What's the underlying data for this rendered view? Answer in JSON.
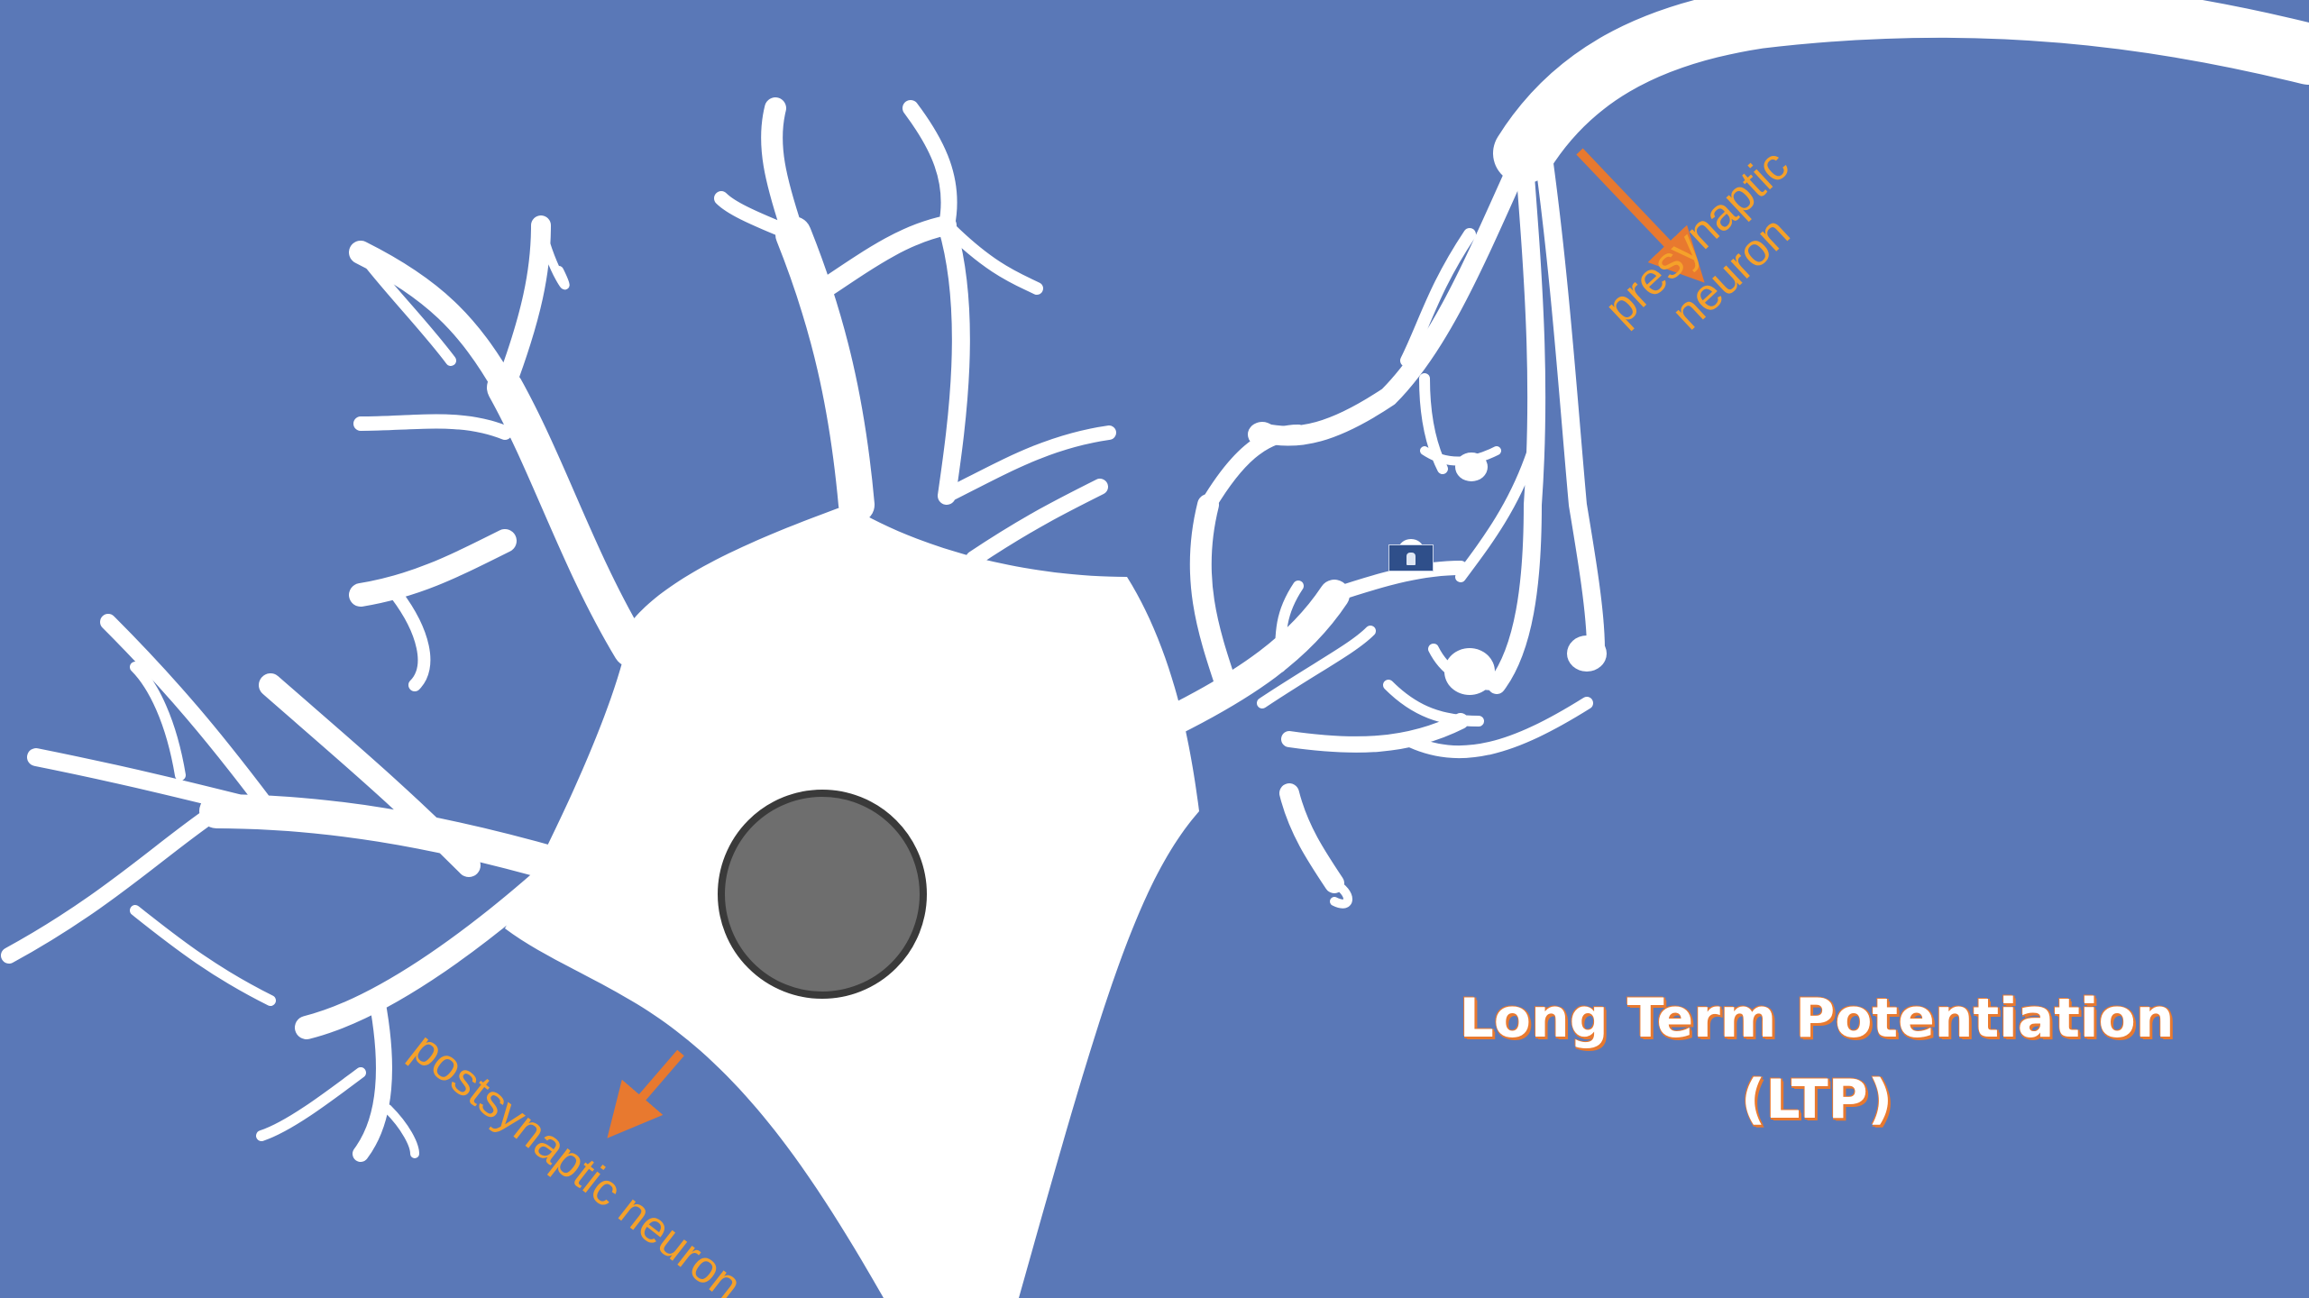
{
  "colors": {
    "background": "#5a78b7",
    "neuron": "#ffffff",
    "nucleus": "#6e6e6e",
    "nucleus_outline": "#3a3a3a",
    "arrow": "#e8792f",
    "label_text": "#f5a12a",
    "title_text": "#ffffff",
    "title_outline": "#e8792f"
  },
  "labels": {
    "presynaptic_line1": "presynaptic",
    "presynaptic_line2": "neuron",
    "postsynaptic": "postsynaptic neuron"
  },
  "title": {
    "line1": "Long Term Potentiation",
    "line2": "(LTP)"
  },
  "icons": {
    "arrows": [
      "arrow-presynaptic-icon",
      "arrow-postsynaptic-icon"
    ],
    "thumbnail": "thumbnail-icon"
  }
}
